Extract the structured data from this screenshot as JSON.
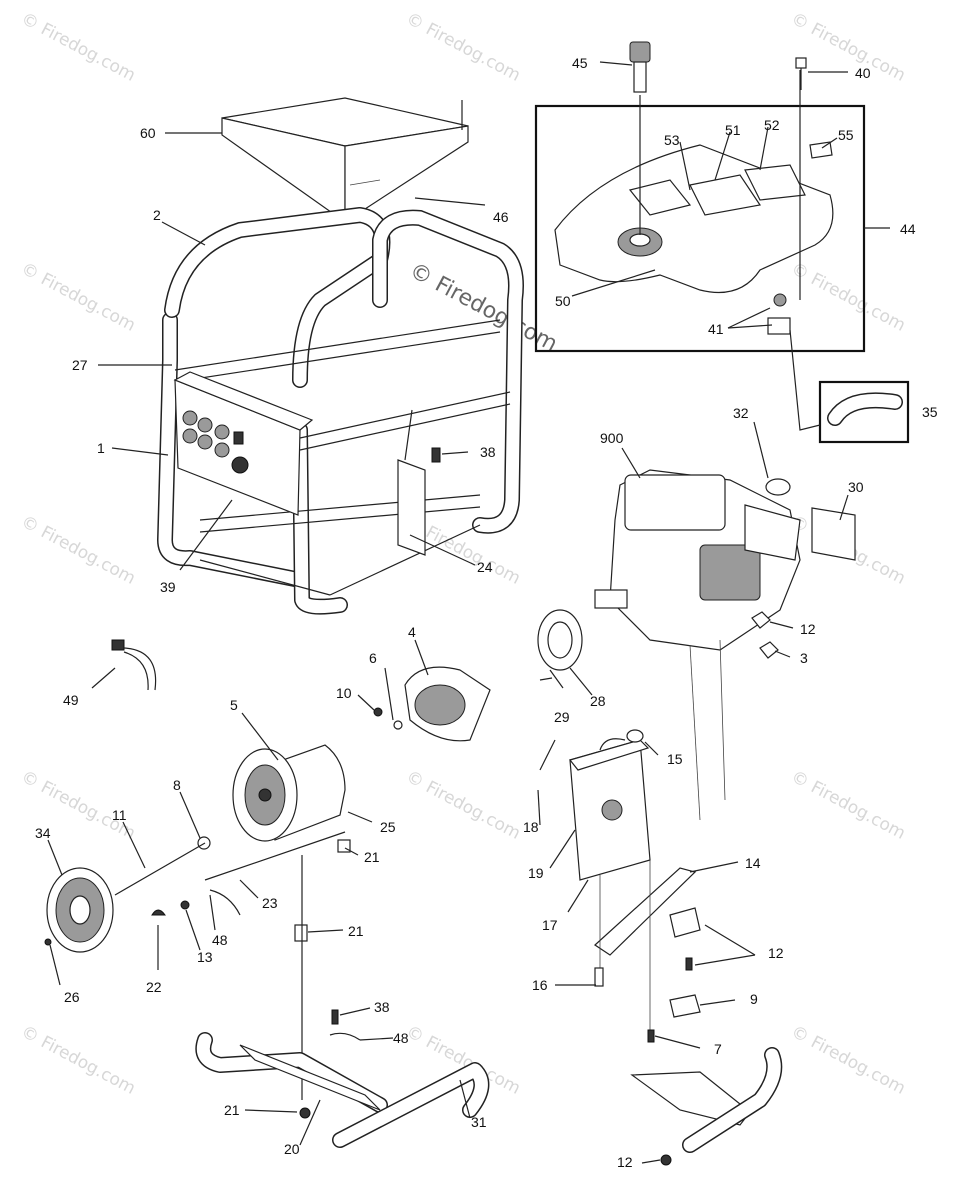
{
  "watermarks": {
    "small": "© Firedog.com",
    "center": "© Firedog.com"
  },
  "labels": {
    "p1": "1",
    "p2": "2",
    "p3": "3",
    "p4": "4",
    "p5": "5",
    "p6": "6",
    "p7": "7",
    "p8": "8",
    "p9": "9",
    "p10": "10",
    "p11": "11",
    "p12a": "12",
    "p12b": "12",
    "p12c": "12",
    "p13": "13",
    "p14": "14",
    "p15": "15",
    "p16": "16",
    "p17": "17",
    "p18": "18",
    "p19": "19",
    "p20": "20",
    "p21a": "21",
    "p21b": "21",
    "p21c": "21",
    "p22": "22",
    "p23": "23",
    "p24": "24",
    "p25": "25",
    "p26": "26",
    "p27": "27",
    "p28": "28",
    "p29": "29",
    "p30": "30",
    "p31": "31",
    "p32": "32",
    "p34": "34",
    "p35": "35",
    "p38a": "38",
    "p38b": "38",
    "p39": "39",
    "p40": "40",
    "p41": "41",
    "p44": "44",
    "p45": "45",
    "p46": "46",
    "p48a": "48",
    "p48b": "48",
    "p49": "49",
    "p50": "50",
    "p51": "51",
    "p52": "52",
    "p53": "53",
    "p55": "55",
    "p60": "60",
    "p900": "900"
  }
}
